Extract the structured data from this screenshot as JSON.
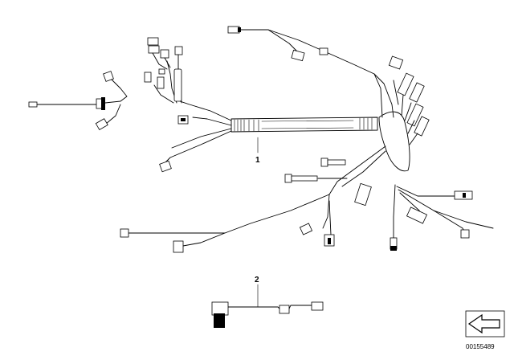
{
  "diagram": {
    "parts": [
      {
        "id": "harness-main",
        "label": "1"
      },
      {
        "id": "harness-adapter",
        "label": "2"
      }
    ],
    "document_number": "00155489",
    "icons": [
      "back-arrow-icon"
    ]
  }
}
